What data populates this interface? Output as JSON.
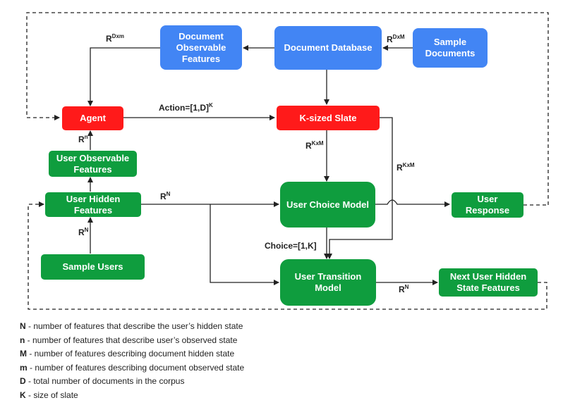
{
  "boxes": {
    "doc_observable": "Document Observable Features",
    "doc_database": "Document Database",
    "sample_documents": "Sample Documents",
    "agent": "Agent",
    "k_sized_slate": "K-sized Slate",
    "user_observable": "User Observable Features",
    "user_hidden": "User Hidden Features",
    "user_choice_model": "User Choice Model",
    "user_response": "User Response",
    "sample_users": "Sample Users",
    "user_transition_model": "User Transition Model",
    "next_user_hidden": "Next User Hidden State Features"
  },
  "labels": {
    "r_dxm_lower": {
      "base": "R",
      "sup": "Dxm"
    },
    "r_dxm_upper": {
      "base": "R",
      "sup": "DxM"
    },
    "action": {
      "base": "Action=[1,D]",
      "sup": "K"
    },
    "r_n_lower": {
      "base": "R",
      "sup": "n"
    },
    "r_kxm_left": {
      "base": "R",
      "sup": "KxM"
    },
    "r_kxm_right": {
      "base": "R",
      "sup": "KxM"
    },
    "r_n_hidden": {
      "base": "R",
      "sup": "N"
    },
    "r_n_users": {
      "base": "R",
      "sup": "N"
    },
    "choice": {
      "base": "Choice=[1,K]",
      "sup": ""
    },
    "r_n_transition": {
      "base": "R",
      "sup": "N"
    }
  },
  "legend": [
    {
      "term": "N",
      "desc": " - number of features that describe the user’s hidden state"
    },
    {
      "term": "n",
      "desc": " - number of features that describe user’s observed state"
    },
    {
      "term": "M",
      "desc": " - number of features describing document hidden state"
    },
    {
      "term": "m",
      "desc": " - number of features describing document observed state"
    },
    {
      "term": "D",
      "desc": " - total number of documents in the corpus"
    },
    {
      "term": "K",
      "desc": " - size of slate"
    }
  ],
  "colors": {
    "blue": "#4285f4",
    "red": "#ff1a1a",
    "green": "#0f9d3e",
    "line": "#222222"
  }
}
